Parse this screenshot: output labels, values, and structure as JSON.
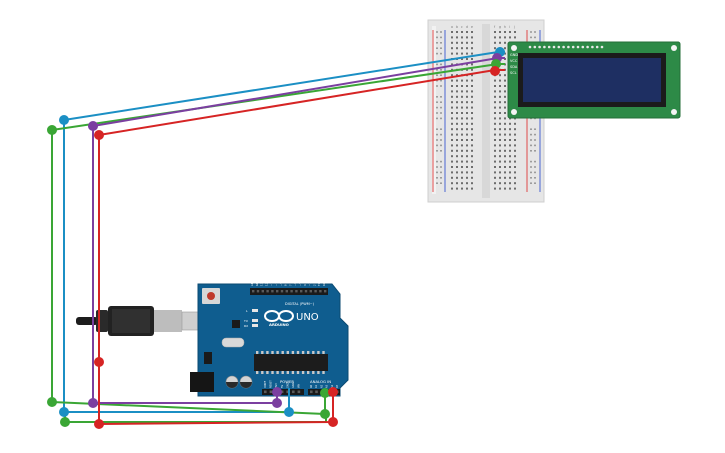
{
  "board": {
    "brand_text": "UNO",
    "logo_text": "ARDUINO",
    "digital_label": "DIGITAL (PWM~)",
    "power_label": "POWER",
    "analog_label": "ANALOG IN",
    "led_labels": [
      "L",
      "TX",
      "RX"
    ],
    "power_pins": [
      "IOREF",
      "RESET",
      "3V3",
      "5V",
      "GND",
      "GND",
      "VIN"
    ],
    "analog_pins": [
      "A0",
      "A1",
      "A2",
      "A3",
      "A4",
      "A5"
    ],
    "digital_pins": [
      "AREF",
      "GND",
      "13",
      "12",
      "~11",
      "~10",
      "~9",
      "8",
      "7",
      "~6",
      "~5",
      "4",
      "~3",
      "2",
      "TX→1",
      "RX←0"
    ]
  },
  "breadboard": {
    "column_letters_left": [
      "a",
      "b",
      "c",
      "d",
      "e"
    ],
    "column_letters_right": [
      "f",
      "g",
      "h",
      "i",
      "j"
    ]
  },
  "lcd": {
    "pin_labels": [
      "GND",
      "VCC",
      "SDA",
      "SCL"
    ]
  },
  "colors": {
    "board": "#0f5d8f",
    "lcd_pcb": "#2d8a47",
    "lcd_screen": "#1e2f62",
    "breadboard": "#e8e8e8",
    "wire_blue": "#1b8fc4",
    "wire_green": "#3aa635",
    "wire_purple": "#7b3fa0",
    "wire_red": "#d62424"
  }
}
